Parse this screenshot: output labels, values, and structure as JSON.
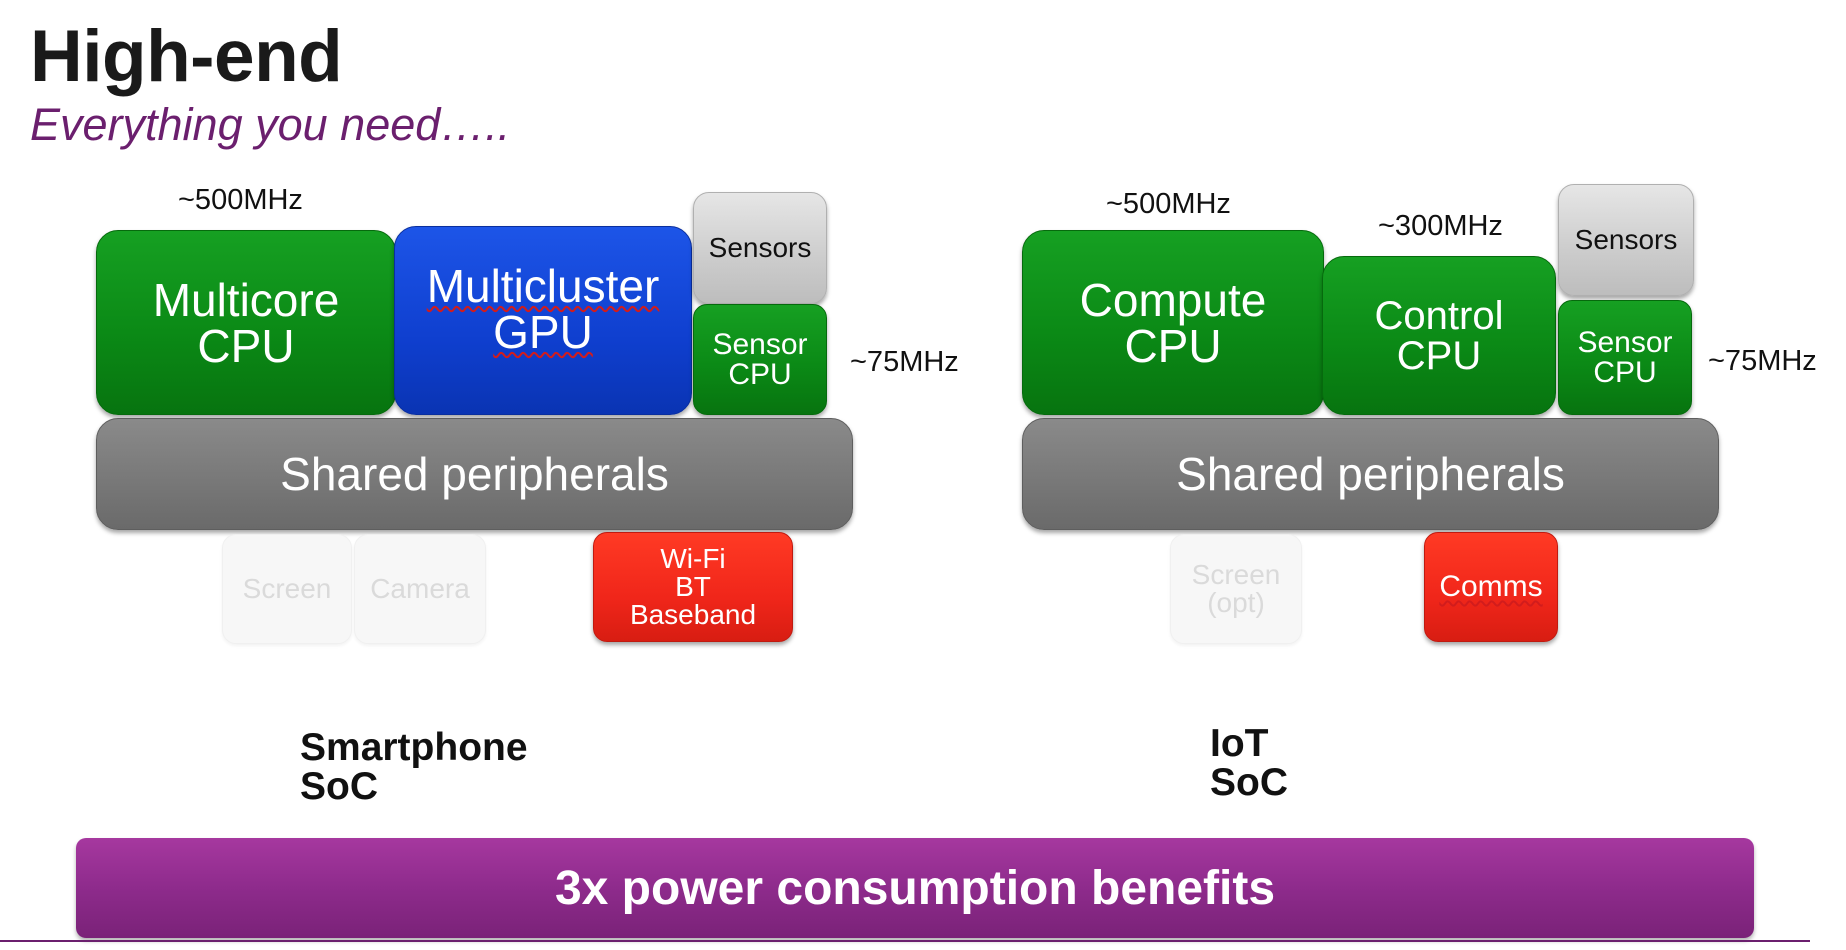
{
  "slide": {
    "title": "High-end",
    "subtitle": "Everything you need…..",
    "banner": "3x power consumption benefits"
  },
  "colors": {
    "accent_purple": "#8e2b8c",
    "compute_green": "#0b8a16",
    "gpu_blue": "#0f3fcf",
    "peripheral_gray": "#777777",
    "comms_red": "#f0261a",
    "sensor_silver": "#cccccc"
  },
  "smartphone": {
    "label": "Smartphone SoC",
    "cpu_freq": "~500MHz",
    "sensor_freq": "~75MHz",
    "cpu": "Multicore\nCPU",
    "gpu": "Multicluster\nGPU",
    "sensors": "Sensors",
    "sensor_cpu": "Sensor\nCPU",
    "peripherals": "Shared peripherals",
    "screen": "Screen",
    "camera": "Camera",
    "radio": "Wi-Fi\nBT\nBaseband"
  },
  "iot": {
    "label": "IoT SoC",
    "compute_freq": "~500MHz",
    "control_freq": "~300MHz",
    "sensor_freq": "~75MHz",
    "compute": "Compute\nCPU",
    "control": "Control\nCPU",
    "sensors": "Sensors",
    "sensor_cpu": "Sensor\nCPU",
    "peripherals": "Shared peripherals",
    "screen": "Screen\n(opt)",
    "comms": "Comms"
  }
}
